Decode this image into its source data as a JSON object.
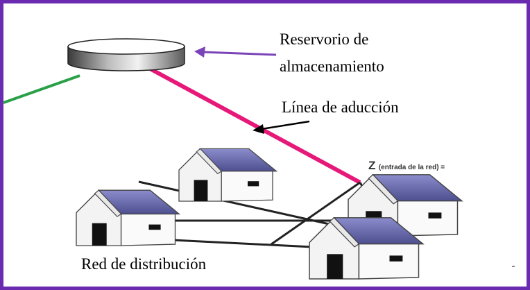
{
  "labels": {
    "reservoir_line1": "Reservorio de",
    "reservoir_line2": "almacenamiento",
    "adduction_line": "Línea de aducción",
    "distribution_network": "Red de distribución",
    "network_entry_symbol": "Z",
    "network_entry_text": "(entrada de la red) ="
  },
  "colors": {
    "frame_border": "#6a2bb0",
    "adduction_pipe": "#e6197a",
    "inflow_pipe": "#2aa048",
    "reservoir_arrow": "#7a44b8",
    "roof": "#5c5e9e",
    "network_lines": "#222222"
  }
}
